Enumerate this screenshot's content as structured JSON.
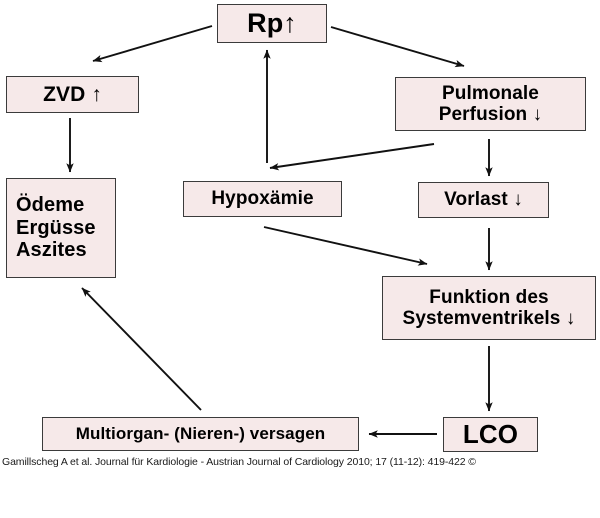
{
  "diagram": {
    "title": "Rp-Kreislauf Flussdiagramm",
    "background_color": "#ffffff",
    "node_fill_color": "#f6e9e9",
    "node_border_color": "#3b3b3b",
    "arrow_color": "#111111",
    "nodes": [
      {
        "id": "rp",
        "label": "Rp↑"
      },
      {
        "id": "zvd",
        "label": "ZVD ↑"
      },
      {
        "id": "pulm",
        "label": "Pulmonale\nPerfusion ↓"
      },
      {
        "id": "oedeme",
        "label": "Ödeme\nErgüsse\nAszites"
      },
      {
        "id": "hypox",
        "label": "Hypoxämie"
      },
      {
        "id": "vorlast",
        "label": "Vorlast ↓"
      },
      {
        "id": "funktion",
        "label": "Funktion des\nSystemventrikels ↓"
      },
      {
        "id": "multi",
        "label": "Multiorgan- (Nieren-) versagen"
      },
      {
        "id": "lco",
        "label": "LCO"
      }
    ],
    "edges": [
      {
        "from": "rp",
        "to": "zvd"
      },
      {
        "from": "rp",
        "to": "pulm"
      },
      {
        "from": "zvd",
        "to": "oedeme"
      },
      {
        "from": "pulm",
        "to": "hypox"
      },
      {
        "from": "pulm",
        "to": "vorlast"
      },
      {
        "from": "hypox",
        "to": "rp"
      },
      {
        "from": "hypox",
        "to": "funktion"
      },
      {
        "from": "vorlast",
        "to": "funktion"
      },
      {
        "from": "funktion",
        "to": "lco"
      },
      {
        "from": "lco",
        "to": "multi"
      },
      {
        "from": "multi",
        "to": "oedeme"
      }
    ]
  },
  "citation": {
    "text": "Gamillscheg A et al. Journal für Kardiologie - Austrian Journal of Cardiology 2010; 17 (11-12): 419-422 ©"
  }
}
